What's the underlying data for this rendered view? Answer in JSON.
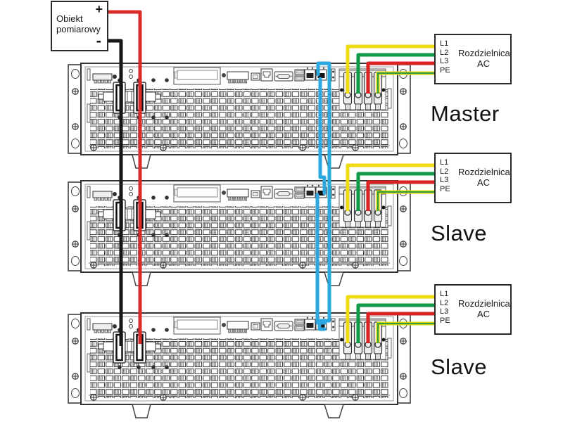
{
  "measurement_object": {
    "name": "Obiekt pomiarowy",
    "plus_label": "+",
    "minus_label": "-"
  },
  "units": [
    {
      "role_label": "Master"
    },
    {
      "role_label": "Slave"
    },
    {
      "role_label": "Slave"
    }
  ],
  "ac_distribution_boxes": [
    {
      "title_line1": "Rozdzielnica",
      "title_line2": "AC",
      "terminals": [
        "L1",
        "L2",
        "L3",
        "PE"
      ]
    },
    {
      "title_line1": "Rozdzielnica",
      "title_line2": "AC",
      "terminals": [
        "L1",
        "L2",
        "L3",
        "PE"
      ]
    },
    {
      "title_line1": "Rozdzielnica",
      "title_line2": "AC",
      "terminals": [
        "L1",
        "L2",
        "L3",
        "PE"
      ]
    }
  ],
  "wire_colors": {
    "dc_positive": "#d92b2b",
    "dc_negative": "#161616",
    "l1": "#f0db11",
    "l2": "#0f9b47",
    "l3": "#dd2222",
    "pe_base": "#e9d90a",
    "pe_stripe": "#2f9e3c",
    "share_bus": "#2da7df"
  }
}
